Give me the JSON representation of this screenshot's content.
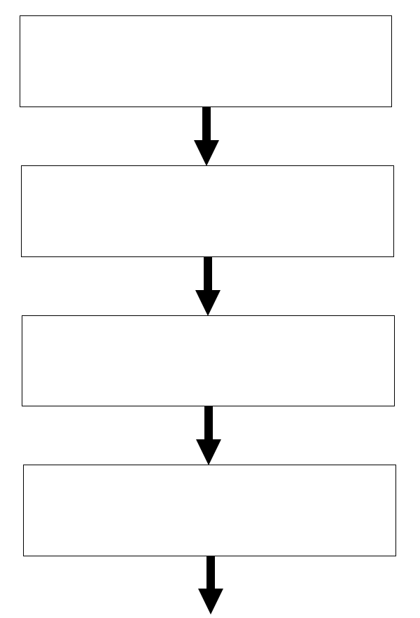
{
  "diagram": {
    "type": "flowchart",
    "direction": "top-to-bottom",
    "steps": [
      {
        "label": ""
      },
      {
        "label": ""
      },
      {
        "label": ""
      },
      {
        "label": ""
      }
    ],
    "arrows": [
      {
        "from": 0,
        "to": 1
      },
      {
        "from": 1,
        "to": 2
      },
      {
        "from": 2,
        "to": 3
      },
      {
        "from": 3,
        "to": null
      }
    ],
    "colors": {
      "stroke": "#000000",
      "fill": "#ffffff",
      "arrow": "#000000"
    }
  }
}
